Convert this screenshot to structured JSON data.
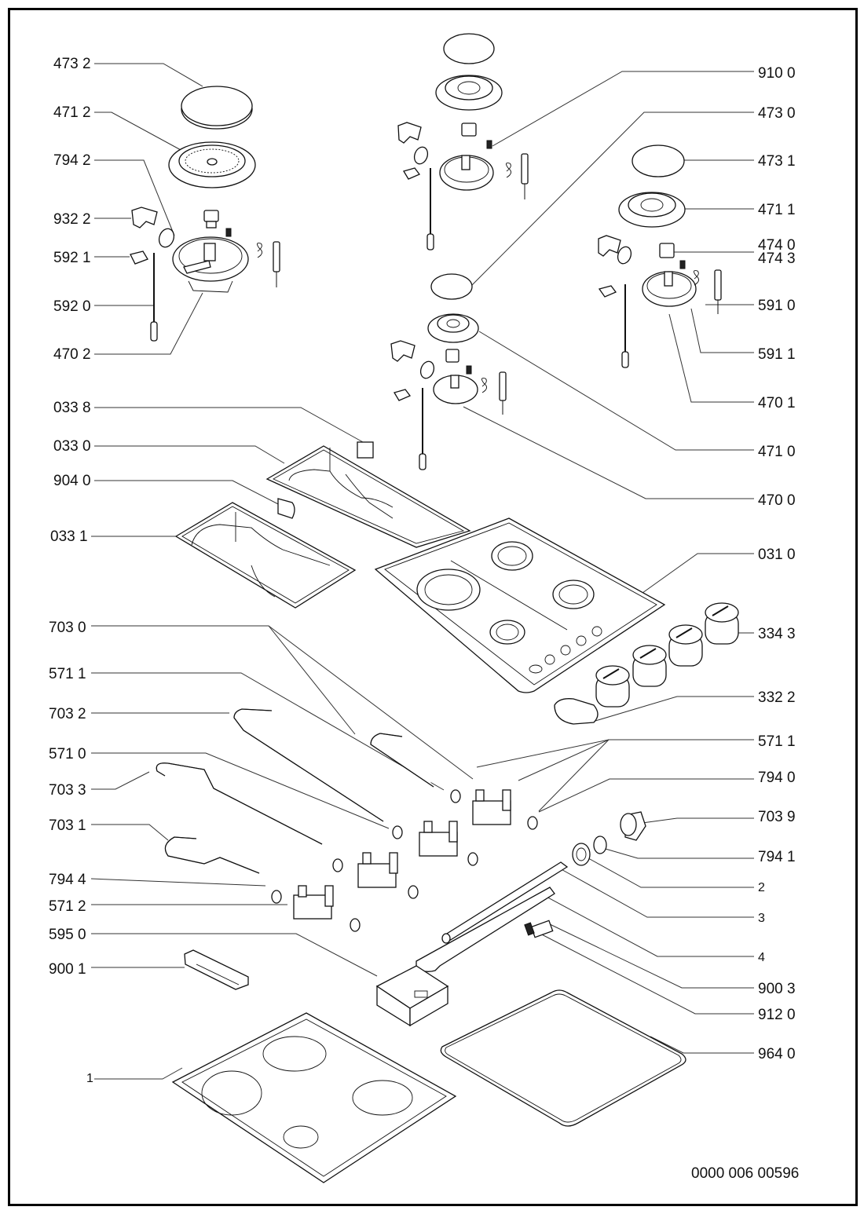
{
  "diagram": {
    "title": "Gas hob exploded parts diagram",
    "document_number": "0000 006 00596",
    "labels_left": [
      {
        "id": "473-2",
        "text": "473 2"
      },
      {
        "id": "471-2",
        "text": "471 2"
      },
      {
        "id": "794-2",
        "text": "794 2"
      },
      {
        "id": "932-2",
        "text": "932 2"
      },
      {
        "id": "592-1",
        "text": "592 1"
      },
      {
        "id": "592-0",
        "text": "592 0"
      },
      {
        "id": "470-2",
        "text": "470 2"
      },
      {
        "id": "033-8",
        "text": "033 8"
      },
      {
        "id": "033-0",
        "text": "033 0"
      },
      {
        "id": "904-0",
        "text": "904 0"
      },
      {
        "id": "033-1",
        "text": "033 1"
      },
      {
        "id": "703-0",
        "text": "703 0"
      },
      {
        "id": "571-1-left",
        "text": "571 1"
      },
      {
        "id": "703-2",
        "text": "703 2"
      },
      {
        "id": "571-0",
        "text": "571 0"
      },
      {
        "id": "703-3",
        "text": "703 3"
      },
      {
        "id": "703-1",
        "text": "703 1"
      },
      {
        "id": "794-4",
        "text": "794 4"
      },
      {
        "id": "571-2",
        "text": "571 2"
      },
      {
        "id": "595-0",
        "text": "595 0"
      },
      {
        "id": "900-1",
        "text": "900 1"
      },
      {
        "id": "1",
        "text": "1"
      }
    ],
    "labels_right": [
      {
        "id": "910-0",
        "text": "910 0"
      },
      {
        "id": "473-0",
        "text": "473 0"
      },
      {
        "id": "473-1",
        "text": "473 1"
      },
      {
        "id": "471-1",
        "text": "471 1"
      },
      {
        "id": "474-0",
        "text": "474 0"
      },
      {
        "id": "474-3",
        "text": "474 3"
      },
      {
        "id": "591-0",
        "text": "591 0"
      },
      {
        "id": "591-1",
        "text": "591 1"
      },
      {
        "id": "470-1",
        "text": "470 1"
      },
      {
        "id": "471-0",
        "text": "471 0"
      },
      {
        "id": "470-0",
        "text": "470 0"
      },
      {
        "id": "031-0",
        "text": "031 0"
      },
      {
        "id": "334-3",
        "text": "334 3"
      },
      {
        "id": "332-2",
        "text": "332 2"
      },
      {
        "id": "571-1-right",
        "text": "571 1"
      },
      {
        "id": "794-0",
        "text": "794 0"
      },
      {
        "id": "703-9",
        "text": "703 9"
      },
      {
        "id": "794-1",
        "text": "794 1"
      },
      {
        "id": "2",
        "text": "2"
      },
      {
        "id": "3",
        "text": "3"
      },
      {
        "id": "4",
        "text": "4"
      },
      {
        "id": "900-3",
        "text": "900 3"
      },
      {
        "id": "912-0",
        "text": "912 0"
      },
      {
        "id": "964-0",
        "text": "964 0"
      }
    ]
  }
}
